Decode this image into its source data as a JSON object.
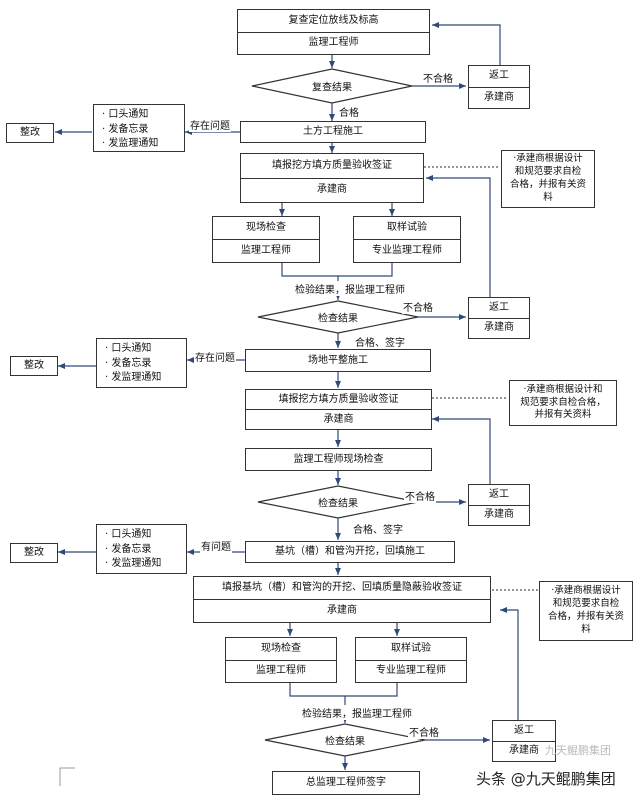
{
  "header": {
    "title": "复查定位放线及标高",
    "role": "监理工程师"
  },
  "section1": {
    "check": "复查结果",
    "fail": "不合格",
    "pass": "合格",
    "rework": {
      "top": "返工",
      "bottom": "承建商"
    },
    "issue": "存在问题",
    "measures": [
      "· 口头通知",
      "· 发备忘录",
      "· 发监理通知"
    ],
    "rectify": "整改",
    "earthwork": "土方工程施工",
    "form": {
      "top": "填报挖方填方质量验收签证",
      "bottom": "承建商"
    },
    "note": "·承建商根据设计\n和规范要求自检\n合格，并报有关资\n料",
    "site": {
      "top": "现场检查",
      "bottom": "监理工程师"
    },
    "sample": {
      "top": "取样试验",
      "bottom": "专业监理工程师"
    },
    "report": "检验结果，报监理工程师",
    "check2": "检查结果",
    "fail2": "不合格",
    "rework2": {
      "top": "返工",
      "bottom": "承建商"
    }
  },
  "section2": {
    "pass": "合格、签字",
    "issue": "存在问题",
    "measures": [
      "· 口头通知",
      "· 发备忘录",
      "· 发监理通知"
    ],
    "rectify": "整改",
    "grading": "场地平整施工",
    "form": {
      "top": "填报挖方填方质量验收签证",
      "bottom": "承建商"
    },
    "note": "·承建商根据设计和\n规范要求自检合格，\n并报有关资料",
    "inspect": "监理工程师现场检查",
    "check": "检查结果",
    "fail": "不合格",
    "rework": {
      "top": "返工",
      "bottom": "承建商"
    }
  },
  "section3": {
    "pass": "合格、签字",
    "issue": "有问题",
    "measures": [
      "· 口头通知",
      "· 发备忘录",
      "· 发监理通知"
    ],
    "rectify": "整改",
    "trench": "基坑（槽）和管沟开挖，回填施工",
    "form": {
      "top": "填报基坑（槽）和管沟的开挖、回填质量隐蔽验收签证",
      "bottom": "承建商"
    },
    "note": "·承建商根据设计\n和规范要求自检\n合格，并报有关资\n料",
    "site": {
      "top": "现场检查",
      "bottom": "监理工程师"
    },
    "sample": {
      "top": "取样试验",
      "bottom": "专业监理工程师"
    },
    "report": "检验结果，报监理工程师",
    "check": "检查结果",
    "fail": "不合格",
    "rework": {
      "top": "返工",
      "bottom": "承建商"
    },
    "final": "总监理工程师签字"
  },
  "watermark": {
    "text": "头条 @九天鲲鹏集团",
    "faint": "九天鲲鹏集团"
  }
}
